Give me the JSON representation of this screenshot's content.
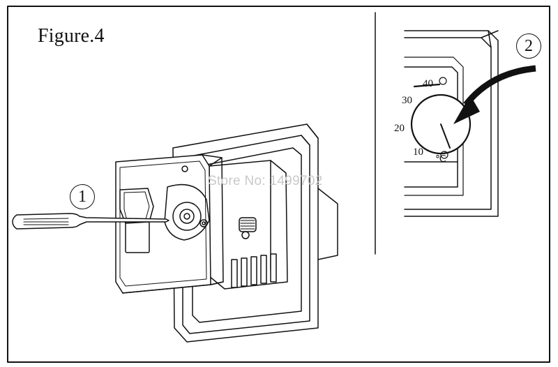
{
  "figure": {
    "title": "Figure.4"
  },
  "watermark": {
    "text": "Store No: 1499702"
  },
  "steps": [
    {
      "number": "1"
    },
    {
      "number": "2"
    }
  ],
  "dial": {
    "scale": [
      "10",
      "20",
      "30",
      "40"
    ],
    "unit": "℃"
  },
  "colors": {
    "line": "#111111",
    "watermark": "#c9c9c9",
    "background": "#ffffff"
  }
}
